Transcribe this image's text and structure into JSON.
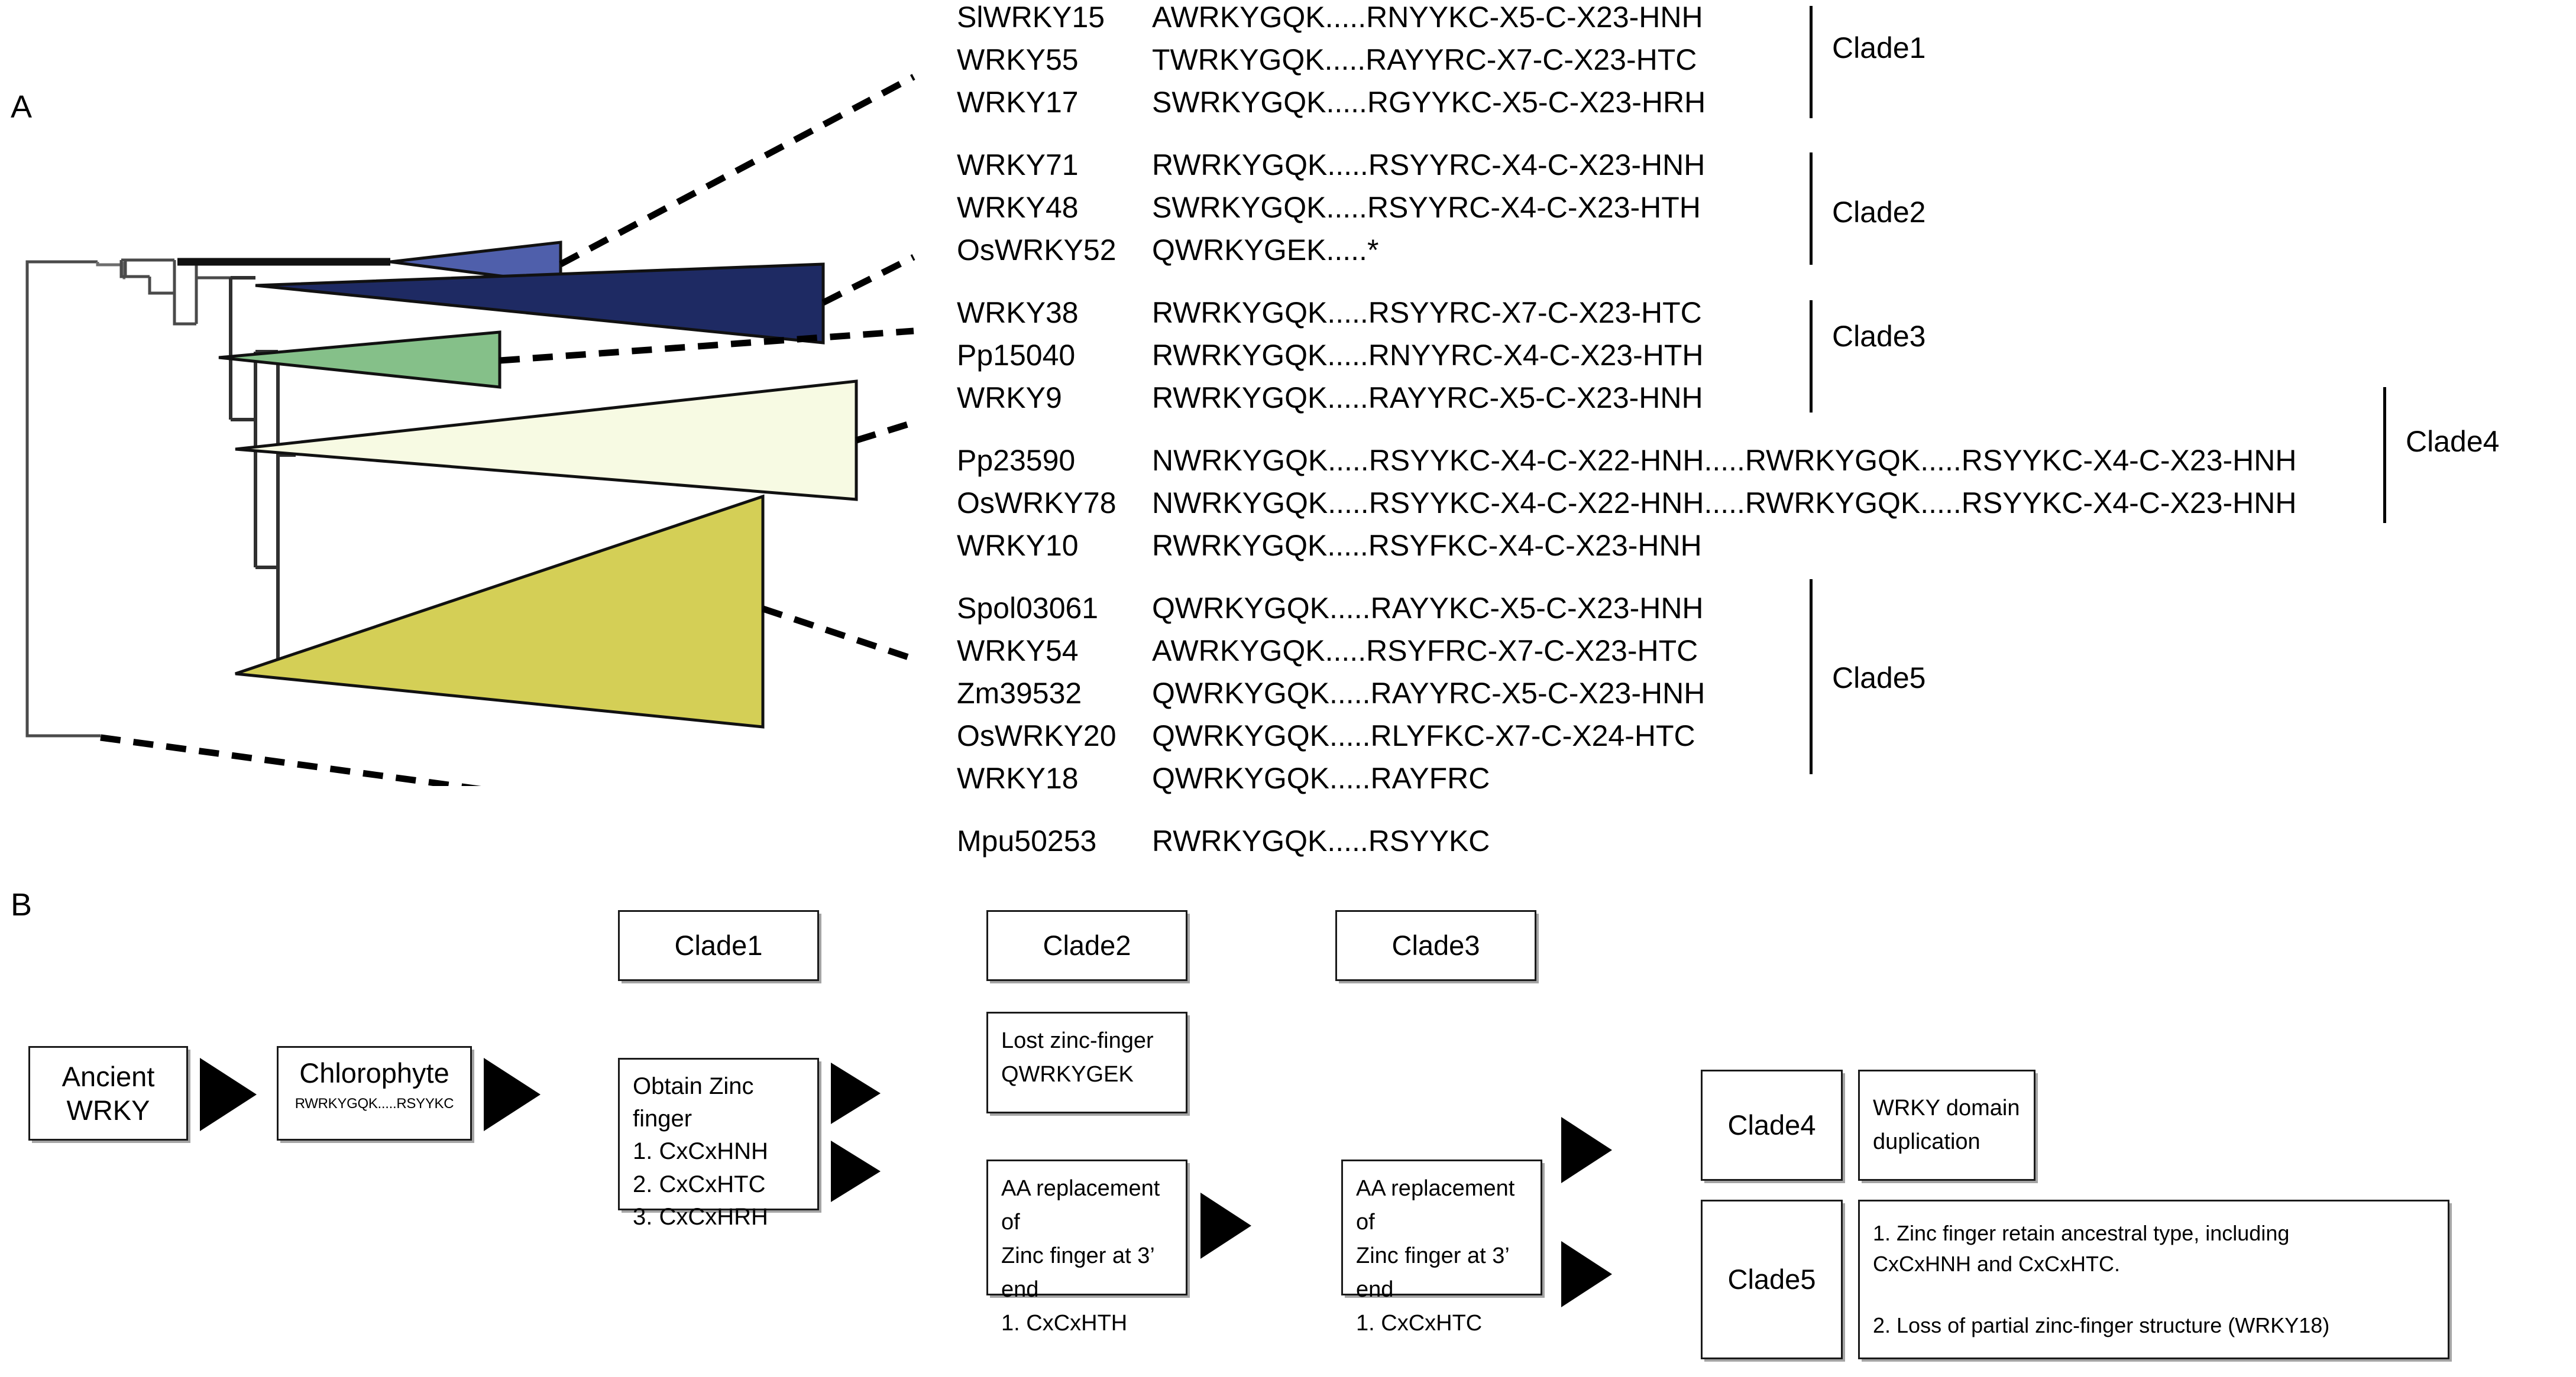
{
  "figure": {
    "panel_a_letter": "A",
    "panel_b_letter": "B"
  },
  "panel_a": {
    "sequence_rows": [
      {
        "name": "SlWRKY15",
        "sequence": "AWRKYGQK.....RNYYKC-X5-C-X23-HNH"
      },
      {
        "name": "WRKY55",
        "sequence": "TWRKYGQK.....RAYYRC-X7-C-X23-HTC"
      },
      {
        "name": "WRKY17",
        "sequence": "SWRKYGQK.....RGYYKC-X5-C-X23-HRH"
      },
      {
        "name": "WRKY71",
        "sequence": "RWRKYGQK.....RSYYRC-X4-C-X23-HNH"
      },
      {
        "name": "WRKY48",
        "sequence": "SWRKYGQK.....RSYYRC-X4-C-X23-HTH"
      },
      {
        "name": "OsWRKY52",
        "sequence": "QWRKYGEK.....*"
      },
      {
        "name": "WRKY38",
        "sequence": "RWRKYGQK.....RSYYRC-X7-C-X23-HTC"
      },
      {
        "name": "Pp15040",
        "sequence": "RWRKYGQK.....RNYYRC-X4-C-X23-HTH"
      },
      {
        "name": "WRKY9",
        "sequence": "RWRKYGQK.....RAYYRC-X5-C-X23-HNH"
      },
      {
        "name": "Pp23590",
        "sequence": "NWRKYGQK.....RSYYKC-X4-C-X22-HNH.....RWRKYGQK.....RSYYKC-X4-C-X23-HNH"
      },
      {
        "name": "OsWRKY78",
        "sequence": "NWRKYGQK.....RSYYKC-X4-C-X22-HNH.....RWRKYGQK.....RSYYKC-X4-C-X23-HNH"
      },
      {
        "name": "WRKY10",
        "sequence": "RWRKYGQK.....RSYFKC-X4-C-X23-HNH"
      },
      {
        "name": "Spol03061",
        "sequence": "QWRKYGQK.....RAYYKC-X5-C-X23-HNH"
      },
      {
        "name": "WRKY54",
        "sequence": "AWRKYGQK.....RSYFRC-X7-C-X23-HTC"
      },
      {
        "name": "Zm39532",
        "sequence": "QWRKYGQK.....RAYYRC-X5-C-X23-HNH"
      },
      {
        "name": "OsWRKY20",
        "sequence": "QWRKYGQK.....RLYFKC-X7-C-X24-HTC"
      },
      {
        "name": "WRKY18",
        "sequence": "QWRKYGQK.....RAYFRC"
      },
      {
        "name": "Mpu50253",
        "sequence": "RWRKYGQK.....RSYYKC"
      }
    ],
    "clade_brackets": [
      {
        "label": "Clade1"
      },
      {
        "label": "Clade2"
      },
      {
        "label": "Clade3"
      },
      {
        "label": "Clade4"
      },
      {
        "label": "Clade5"
      }
    ],
    "tree_clades": [
      {
        "name": "clade1-triangle",
        "color": "#4f5fab"
      },
      {
        "name": "clade2-triangle",
        "color": "#1e2a63"
      },
      {
        "name": "clade3-triangle",
        "color": "#85c089"
      },
      {
        "name": "clade4-triangle",
        "color": "#f7fae3"
      },
      {
        "name": "clade5-triangle",
        "color": "#d4cf56"
      }
    ]
  },
  "panel_b": {
    "ancient": {
      "title": "Ancient\nWRKY"
    },
    "chlorophyte": {
      "title": "Chlorophyte",
      "sequence": "RWRKYGQK.....RSYYKC"
    },
    "clade1": {
      "title": "Clade1",
      "body": "Obtain Zinc finger\n1. CxCxHNH\n2. CxCxHTC\n3. CxCxHRH"
    },
    "clade2": {
      "title": "Clade2",
      "lost": "Lost zinc-finger\nQWRKYGEK",
      "replacement": "AA replacement of\nZinc finger at 3’ end\n1. CxCxHTH"
    },
    "clade3": {
      "title": "Clade3",
      "replacement": "AA replacement of\nZinc finger at 3’ end\n1. CxCxHTC"
    },
    "clade4": {
      "title": "Clade4",
      "note": "WRKY domain\nduplication"
    },
    "clade5": {
      "title": "Clade5",
      "note": "1. Zinc finger retain ancestral type, including\nCxCxHNH and CxCxHTC.\n\n2. Loss of partial zinc-finger structure (WRKY18)"
    }
  }
}
